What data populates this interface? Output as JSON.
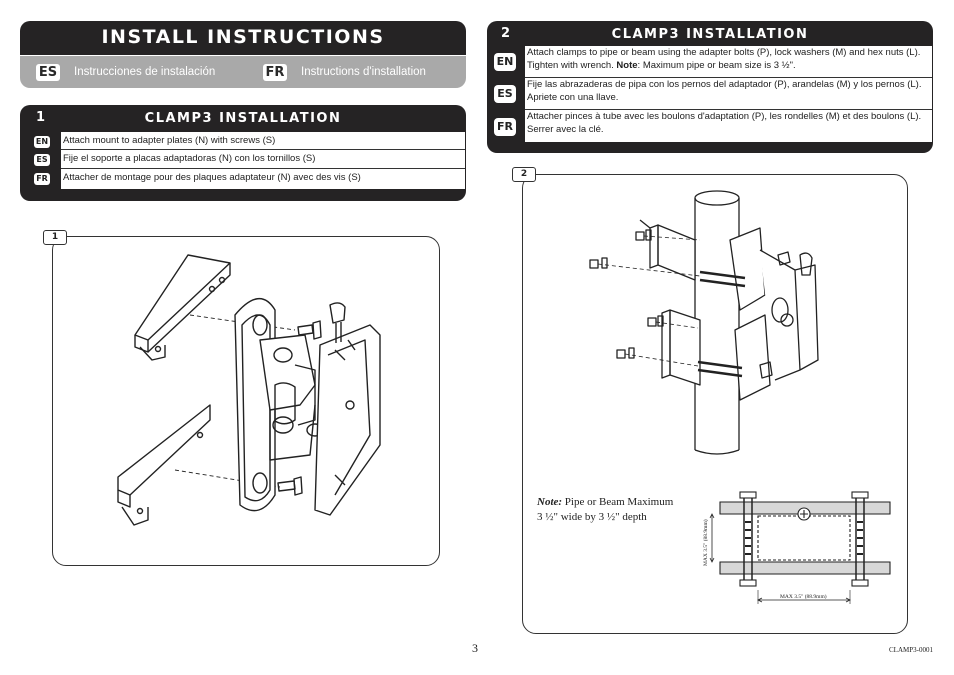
{
  "header": {
    "title": "INSTALL INSTRUCTIONS",
    "translations": [
      {
        "code": "ES",
        "label": "Instrucciones de instalación"
      },
      {
        "code": "FR",
        "label": "Instructions d'installation"
      }
    ]
  },
  "step1": {
    "number": "1",
    "title": "CLAMP3 INSTALLATION",
    "rows": [
      {
        "code": "EN",
        "text": "Attach mount to adapter plates (N) with screws (S)"
      },
      {
        "code": "ES",
        "text": "Fije el soporte a placas adaptadoras (N) con los tornillos (S)"
      },
      {
        "code": "FR",
        "text": "Attacher de montage pour des plaques adaptateur (N) avec des vis (S)"
      }
    ],
    "figure_label": "1"
  },
  "step2": {
    "number": "2",
    "title": "CLAMP3 INSTALLATION",
    "rows": [
      {
        "code": "EN",
        "text_before": "Attach clamps to pipe or beam using the adapter bolts (P), lock washers (M) and hex nuts (L).  Tighten with wrench.  ",
        "note_label": "Note",
        "text_after": ": Maximum pipe or beam size is 3 ½\"."
      },
      {
        "code": "ES",
        "text": "Fije las abrazaderas de pipa con los pernos del adaptador (P), arandelas (M) y los pernos (L). Apriete con una llave."
      },
      {
        "code": "FR",
        "text": "Attacher pinces à tube avec les boulons d'adaptation (P), les rondelles (M) et des boulons (L). Serrer avec la clé."
      }
    ],
    "figure_label": "2",
    "note": {
      "label": "Note:",
      "line1": "Pipe or Beam Maximum",
      "line2": "3 ½\" wide by 3 ½\" depth"
    },
    "dim_horizontal": "MAX 3.5\" (88.9mm)",
    "dim_vertical": "MAX 3.5\" (88.9mm)"
  },
  "footer": {
    "page_number": "3",
    "doc_code": "CLAMP3-0001"
  }
}
